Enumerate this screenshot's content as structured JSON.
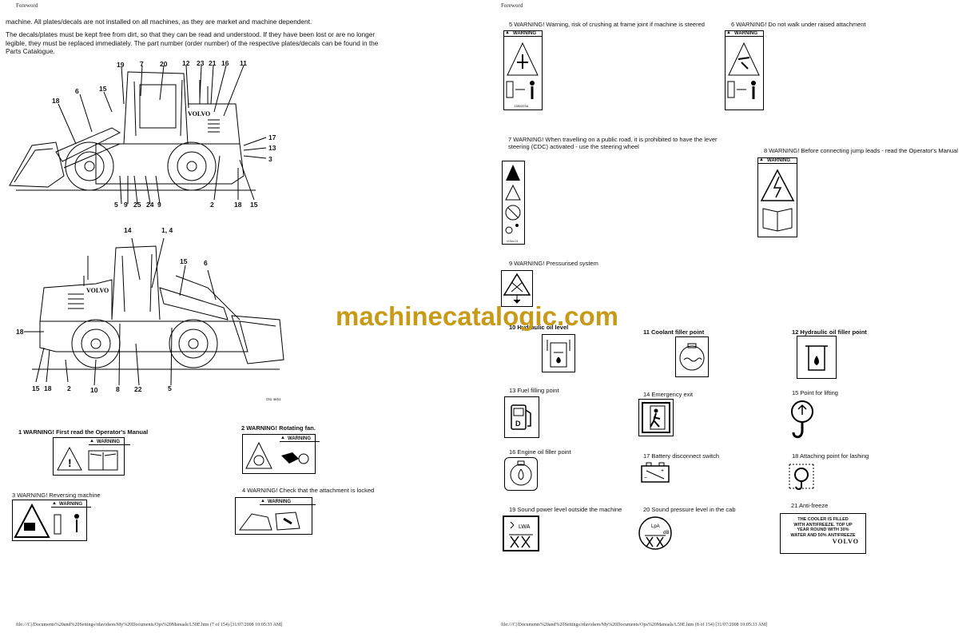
{
  "header": {
    "left": "Foreword",
    "right": "Foreword"
  },
  "left_page": {
    "para1": "machine. All plates/decals are not installed on all machines, as they are market and machine dependent.",
    "para2": "The decals/plates must be kept free from dirt, so that they can be read and understood. If they have been lost or are no longer legible, they must be replaced immediately. The part number (order number) of the respective plates/decals can be found in the Parts Catalogue.",
    "fig1_callouts_top": [
      "19",
      "7",
      "20",
      "12",
      "23",
      "21",
      "16",
      "11"
    ],
    "fig1_callouts_misc": [
      "15",
      "6",
      "18",
      "17",
      "13",
      "3"
    ],
    "fig1_callouts_bottom": [
      "5",
      "9",
      "25",
      "24",
      "9",
      "2",
      "18",
      "15"
    ],
    "fig2_callouts_top": [
      "14",
      "1, 4"
    ],
    "fig2_callouts_misc": [
      "15",
      "6",
      "18"
    ],
    "fig2_callouts_bottom": [
      "15",
      "18",
      "2",
      "10",
      "8",
      "22",
      "5"
    ],
    "fig2_code": "Ot1 4e51",
    "decals": [
      {
        "label": "1 WARNING! First read the Operator's Manual"
      },
      {
        "label": "2 WARNING! Rotating fan."
      },
      {
        "label": "3 WARNING! Reversing machine"
      },
      {
        "label": "4 WARNING! Check that the attachment is locked"
      }
    ]
  },
  "right_page": {
    "decals": [
      {
        "label": "5 WARNING! Warning, risk of crushing at frame joint if machine is steered"
      },
      {
        "label": "6 WARNING! Do not walk under raised attachment"
      },
      {
        "label": "7 WARNING! When travelling on a public road, it is prohibited to have the lever steering (CDC) activated - use the steering wheel"
      },
      {
        "label": "8 WARNING! Before connecting jump leads - read the Operator's Manual"
      },
      {
        "label": "9 WARNING! Pressurised system"
      },
      {
        "label": "10 Hydraulic oil level"
      },
      {
        "label": "11 Coolant filler point"
      },
      {
        "label": "12 Hydraulic oil filler point"
      },
      {
        "label": "13 Fuel filling point"
      },
      {
        "label": "14 Emergency exit"
      },
      {
        "label": "15 Point for lifting"
      },
      {
        "label": "16 Engine oil filler point"
      },
      {
        "label": "17 Battery disconnect switch"
      },
      {
        "label": "18 Attaching point for lashing"
      },
      {
        "label": "19 Sound power level outside the machine"
      },
      {
        "label": "20 Sound pressure level in the cab"
      },
      {
        "label": "21 Anti-freeze"
      }
    ],
    "warning_text": "WARNING",
    "antifreeze_text": [
      "THE COOLER IS FILLED",
      "WITH ANTIFREEZE. TOP UP",
      "YEAR ROUND WITH 30%",
      "WATER AND 50% ANTIFREEZE"
    ],
    "brand": "VOLVO",
    "decal5_code": "1380203A",
    "decal7_code": "VOlvo 01",
    "sound_code": "LWA"
  },
  "watermark": "machinecatalogic.com",
  "footer": {
    "left": "file:///C|/Documents%20and%20Settings/rdavidson/My%20Documents/Ops%20Manuals/L50E.htm (7 of 154) [31/07/2008 10:05:33 AM]",
    "right": "file:///C|/Documents%20and%20Settings/rdavidson/My%20Documents/Ops%20Manuals/L50E.htm (8 of 154) [31/07/2008 10:05:33 AM]"
  }
}
